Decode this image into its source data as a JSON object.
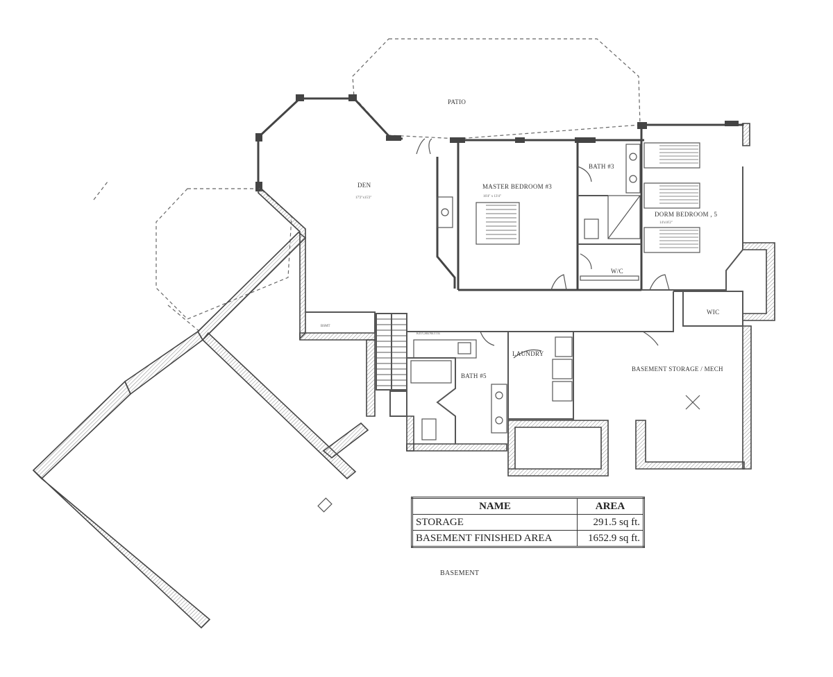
{
  "rooms": {
    "patio": "PATIO",
    "den": "DEN",
    "den_dims": "17'2\"x15'2\"",
    "master_bedroom": "MASTER BEDROOM #3",
    "master_dims": "16'4\" x 13'4\"",
    "bath3": "BATH #3",
    "dorm_bedroom": "DORM BEDROOM , 5",
    "dorm_dims": "14'x16'2\"",
    "wic_master": "W/C",
    "wic_dorm": "WIC",
    "bsmt": "BSMT",
    "kitchenette": "KITCHENETTE",
    "laundry": "LAUNDRY",
    "bath5": "BATH #5",
    "storage_mech": "BASEMENT STORAGE / MECH"
  },
  "area_table": {
    "headers": [
      "NAME",
      "AREA"
    ],
    "rows": [
      [
        "STORAGE",
        "291.5 sq ft."
      ],
      [
        "BASEMENT FINISHED AREA",
        "1652.9 sq ft."
      ]
    ]
  },
  "plan_title": "BASEMENT"
}
